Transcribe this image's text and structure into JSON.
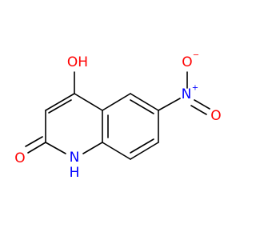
{
  "molecule": {
    "atoms": {
      "hydroxyl": {
        "label": "OH",
        "color": "#ff0000"
      },
      "carbonyl_o": {
        "label": "O",
        "color": "#ff0000"
      },
      "ring_n": {
        "label": "N",
        "color": "#0000ff"
      },
      "ring_h": {
        "label": "H",
        "color": "#0000ff"
      },
      "nitro_n": {
        "label": "N",
        "charge": "+",
        "color": "#0000ff"
      },
      "nitro_o_minus": {
        "label": "O",
        "charge": "−",
        "color": "#ff0000"
      },
      "nitro_o_double": {
        "label": "O",
        "color": "#ff0000"
      }
    }
  }
}
